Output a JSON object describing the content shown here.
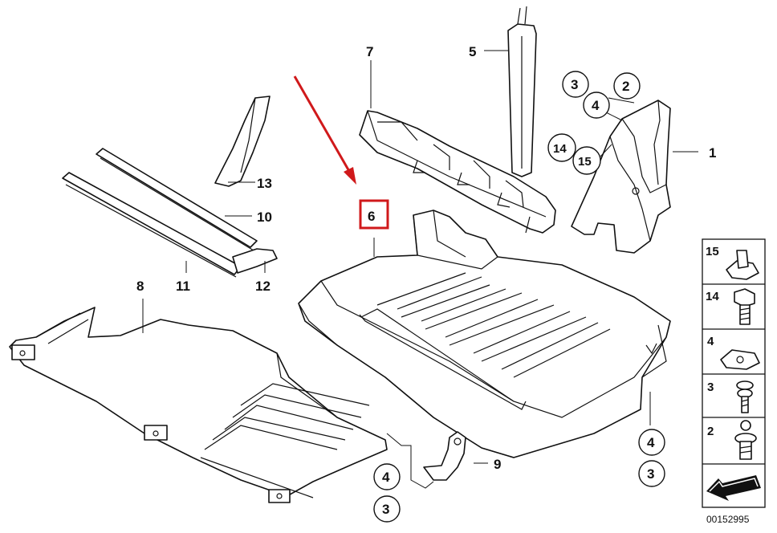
{
  "diagram": {
    "parts": {
      "p1": "1",
      "p2": "2",
      "p3": "3",
      "p4": "4",
      "p5": "5",
      "p6": "6",
      "p7": "7",
      "p8": "8",
      "p9": "9",
      "p10": "10",
      "p11": "11",
      "p12": "12",
      "p13": "13",
      "p14": "14",
      "p15": "15"
    },
    "circled": {
      "c3_top": "3",
      "c2_top": "2",
      "c4_top": "4",
      "c14_top": "14",
      "c15_top": "15",
      "c4_right": "4",
      "c3_right": "3",
      "c4_bottom": "4",
      "c3_bottom": "3"
    },
    "highlight": {
      "label": "6",
      "color": "#d0191b"
    },
    "arrow_color": "#d0191b",
    "legend": [
      "15",
      "14",
      "4",
      "3",
      "2"
    ],
    "doc_number": "00152995"
  }
}
